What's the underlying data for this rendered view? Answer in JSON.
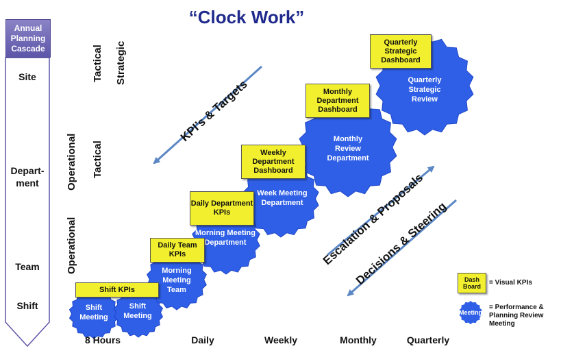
{
  "title": "“Clock Work”",
  "cascade": {
    "header": "Annual Planning Cascade",
    "levels": [
      "Site",
      "Depart-\nment",
      "Team",
      "Shift"
    ]
  },
  "tiers": {
    "strategic": "Strategic",
    "tactical_top": "Tactical",
    "tactical_mid": "Tactical",
    "operational_mid": "Operational",
    "operational_low": "Operational"
  },
  "x_labels": [
    "8 Hours",
    "Daily",
    "Weekly",
    "Monthly",
    "Quarterly"
  ],
  "dashboards": {
    "shift": "Shift  KPIs",
    "daily_team": "Daily Team KPIs",
    "daily_department": "Daily Department KPIs",
    "weekly": "Weekly Department Dashboard",
    "monthly": "Monthly Department Dashboard",
    "quarterly": "Quarterly Strategic Dashboard"
  },
  "meetings": {
    "shift_1": "Shift Meeting",
    "shift_2": "Shift Meeting",
    "morning_team": "Morning Meeting Team",
    "morning_department": "Morning Meeting Department",
    "week": "Week Meeting Department",
    "monthly": "Monthly Review Department",
    "quarterly": "Quarterly Strategic Review"
  },
  "flows": {
    "kpis": "KPI’s & Targets",
    "escalation": "Escalation & Proposals",
    "decisions": "Decisions & Steering"
  },
  "legend": {
    "dash_label": "Dash Board",
    "dash_desc": "= Visual KPIs",
    "meeting_label": "Meeting",
    "meeting_desc": "= Performance & Planning Review Meeting"
  },
  "colors": {
    "gear": "#2f5fe6",
    "gear_dark": "#1f46c8",
    "dashboard": "#f2f02e",
    "arrow": "#5b87c5",
    "cascade_header": "#6a63b3",
    "title": "#1f2a8c"
  }
}
